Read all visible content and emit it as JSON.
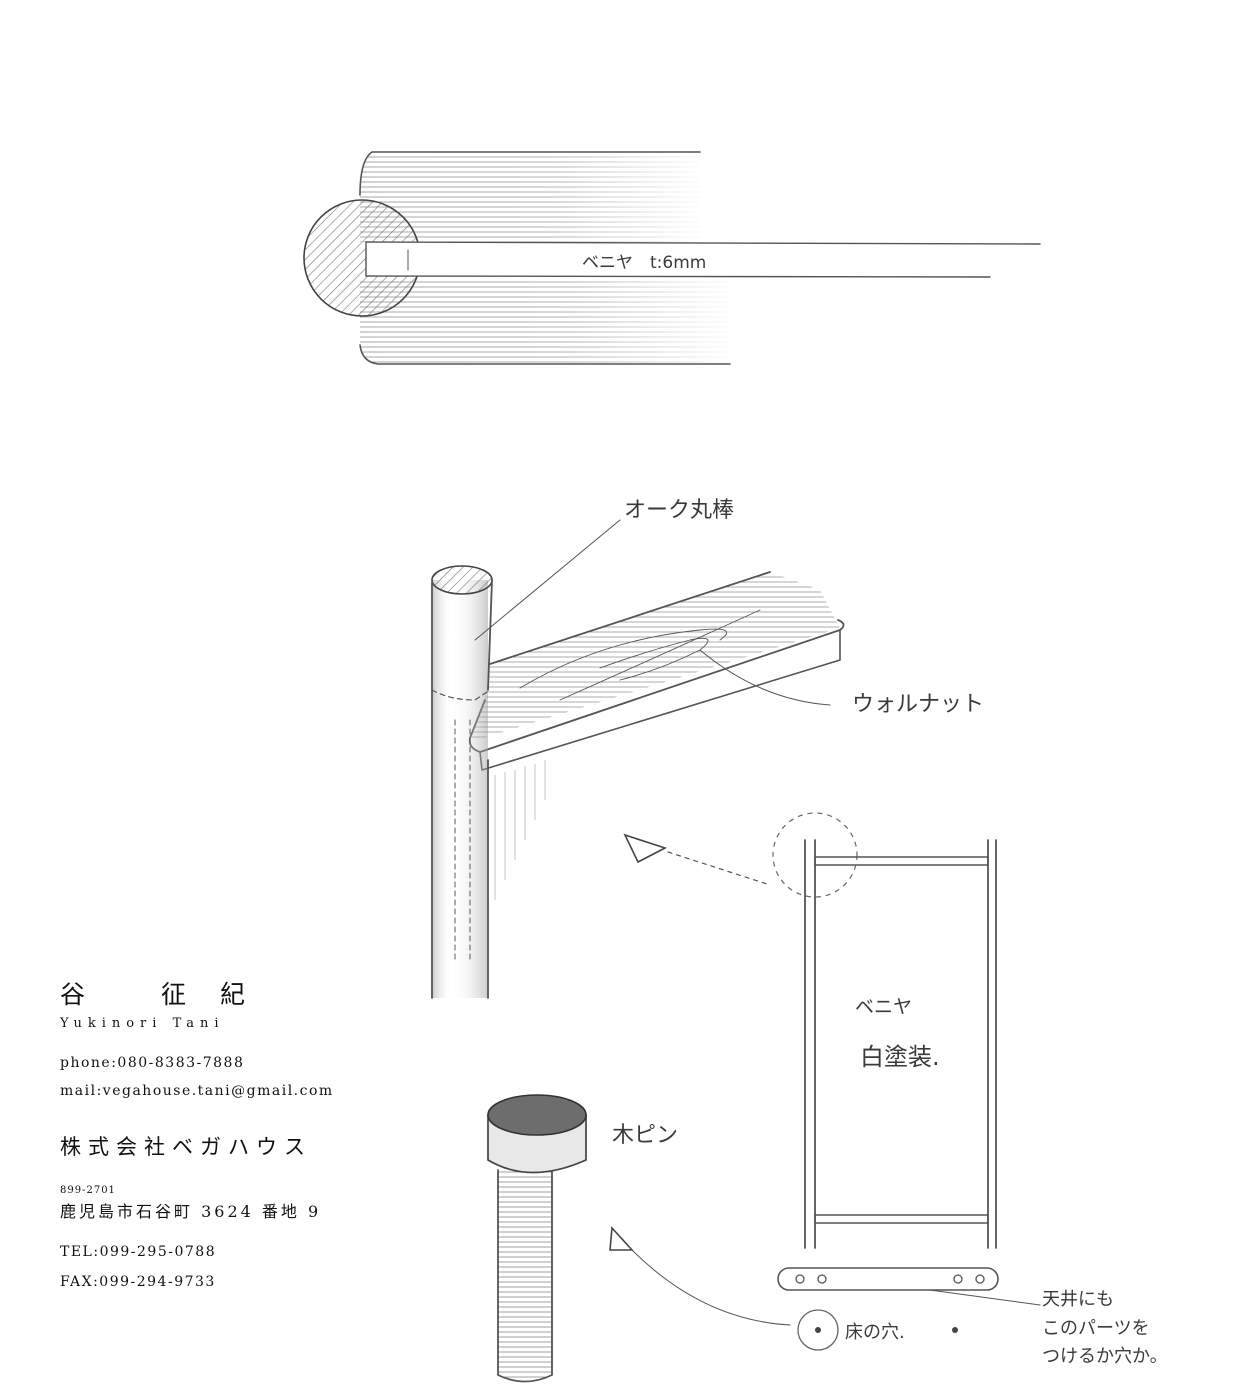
{
  "labels": {
    "plywood_top": "ベニヤ　t:6mm",
    "oak_rod": "オーク丸棒",
    "walnut": "ウォルナット",
    "panel_material": "ベニヤ",
    "panel_finish": "白塗装.",
    "wood_pin": "木ピン",
    "floor_hole": "床の穴.",
    "ceiling_note_1": "天井にも",
    "ceiling_note_2": "このパーツを",
    "ceiling_note_3": "つけるか穴か。"
  },
  "card": {
    "name": "谷 征紀",
    "name_roman": "Yukinori Tani",
    "phone": "phone:080-8383-7888",
    "mail": "mail:vegahouse.tani@gmail.com",
    "company": "株式会社ベガハウス",
    "zip": "899-2701",
    "address": "鹿児島市石谷町 3624 番地 9",
    "tel": "TEL:099-295-0788",
    "fax": "FAX:099-294-9733"
  }
}
